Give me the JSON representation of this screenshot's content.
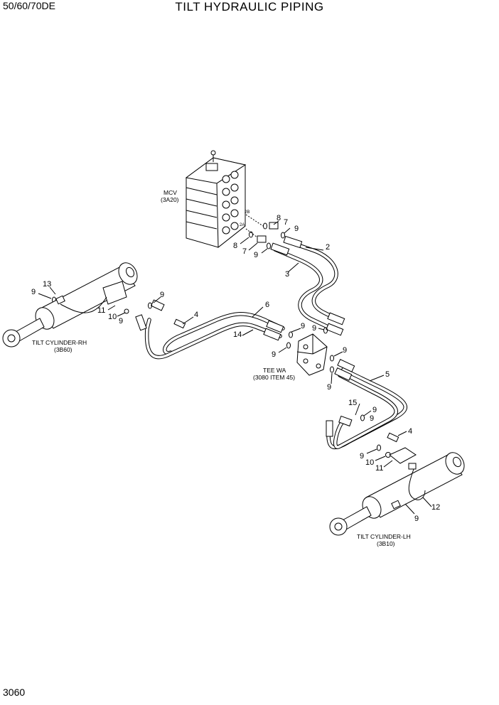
{
  "header": {
    "model": "50/60/70DE",
    "title": "TILT HYDRAULIC PIPING"
  },
  "footer": {
    "page_number": "3060"
  },
  "components": {
    "mcv": {
      "name": "MCV",
      "ref": "(3A20)",
      "port_a": "2A",
      "port_b": "2B"
    },
    "tilt_cylinder_rh": {
      "name": "TILT CYLINDER-RH",
      "ref": "(3B60)"
    },
    "tilt_cylinder_lh": {
      "name": "TILT CYLINDER-LH",
      "ref": "(3B10)"
    },
    "tee": {
      "name": "TEE WA",
      "ref": "(3080 ITEM 45)"
    }
  },
  "callouts": [
    "8",
    "7",
    "9",
    "8",
    "7",
    "9",
    "2",
    "3",
    "13",
    "9",
    "11",
    "10",
    "9",
    "9",
    "4",
    "6",
    "14",
    "9",
    "9",
    "9",
    "9",
    "9",
    "9",
    "5",
    "15",
    "9",
    "4",
    "9",
    "10",
    "11",
    "12",
    "9"
  ]
}
